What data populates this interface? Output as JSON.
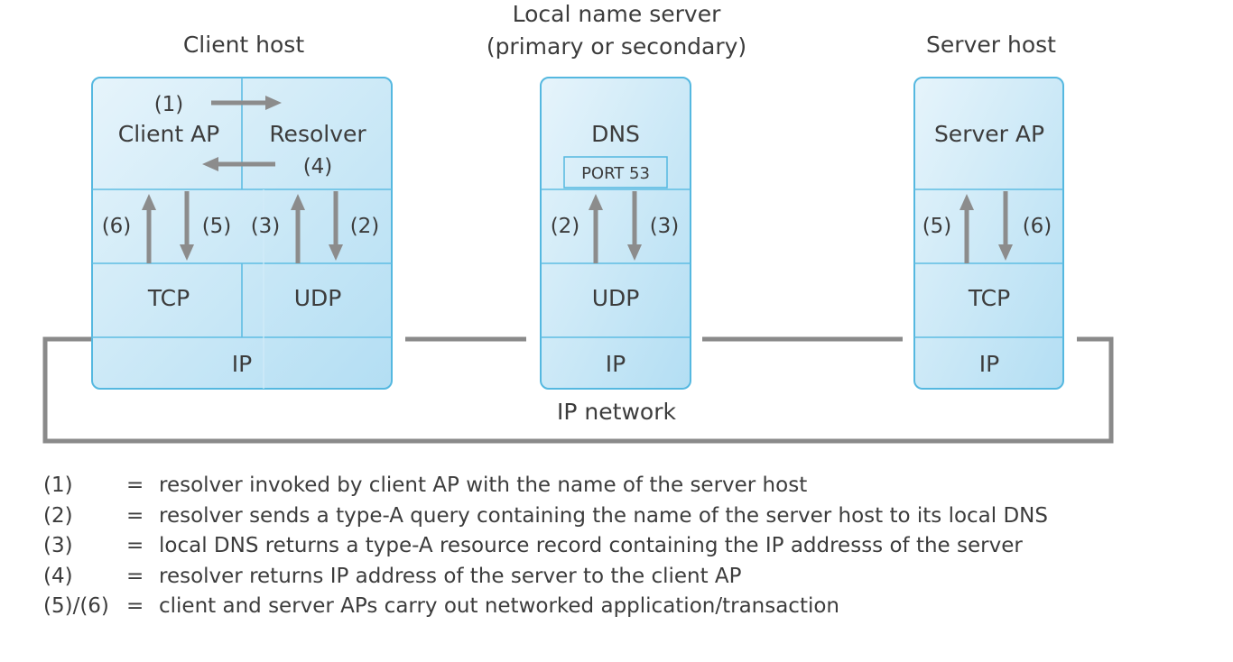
{
  "headers": {
    "client": "Client host",
    "local_ns_line1": "Local name server",
    "local_ns_line2": "(primary or secondary)",
    "server": "Server host"
  },
  "client_host": {
    "client_ap": "Client AP",
    "resolver": "Resolver",
    "tcp": "TCP",
    "udp": "UDP",
    "ip": "IP",
    "labels": {
      "n1": "(1)",
      "n4": "(4)",
      "n6": "(6)",
      "n5": "(5)",
      "n3": "(3)",
      "n2": "(2)"
    }
  },
  "name_server": {
    "dns": "DNS",
    "port": "PORT 53",
    "udp": "UDP",
    "ip": "IP",
    "labels": {
      "n2": "(2)",
      "n3": "(3)"
    }
  },
  "server_host": {
    "server_ap": "Server AP",
    "tcp": "TCP",
    "ip": "IP",
    "labels": {
      "n5": "(5)",
      "n6": "(6)"
    }
  },
  "network_label": "IP network",
  "legend": [
    {
      "key": "(1)",
      "eq": "=",
      "text": "resolver invoked by client AP with the name of the server host"
    },
    {
      "key": "(2)",
      "eq": "=",
      "text": "resolver sends a type-A query containing the name of the server host to its local DNS"
    },
    {
      "key": "(3)",
      "eq": "=",
      "text": "local DNS returns a type-A resource record containing the IP addresss of the server"
    },
    {
      "key": "(4)",
      "eq": "=",
      "text": "resolver returns IP address of the server to the client AP"
    },
    {
      "key": "(5)/(6)",
      "eq": "=",
      "text": "client and server APs carry out networked application/transaction"
    }
  ]
}
